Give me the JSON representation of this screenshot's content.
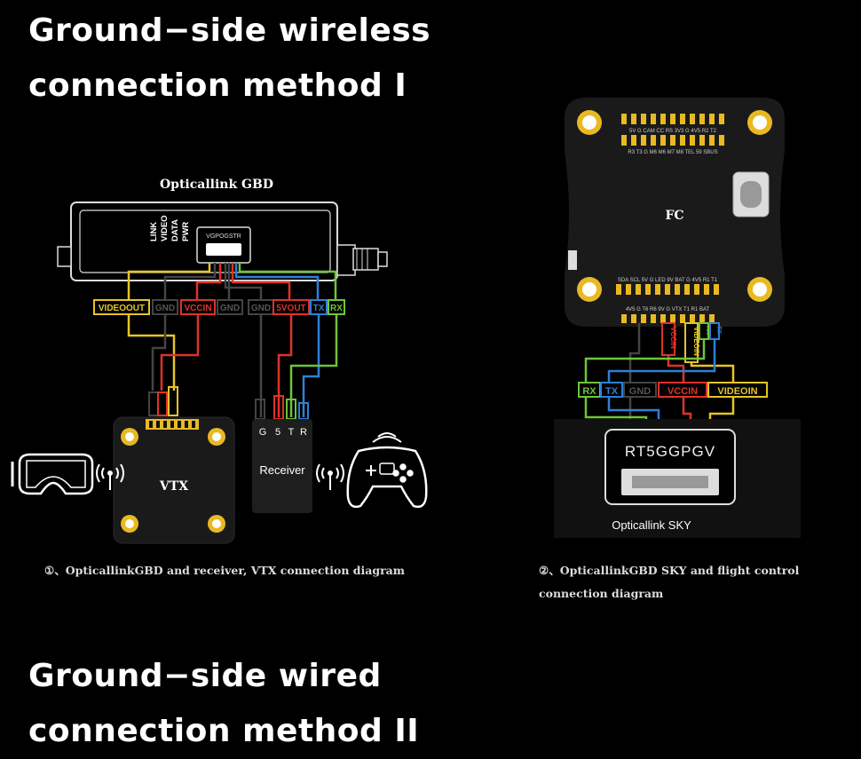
{
  "heading_top": {
    "line1": "Ground−side wireless",
    "line2": "connection method I"
  },
  "heading_bottom": {
    "line1": "Ground−side wired",
    "line2": "connection method II"
  },
  "left_diagram": {
    "device_title": "Opticallink GBD",
    "status_leds": [
      "LINK",
      "VIDEO",
      "DATA",
      "PWR"
    ],
    "connector_label": "VGPOGSTR",
    "wire_labels": [
      "VIDEOOUT",
      "GND",
      "VCCIN",
      "GND",
      "GND",
      "5VOUT",
      "TX",
      "RX"
    ],
    "vtx_label": "VTX",
    "receiver_label": "Receiver",
    "receiver_pins": [
      "G",
      "5",
      "T",
      "R"
    ],
    "caption": "①、OpticallinkGBD and receiver, VTX connection diagram"
  },
  "right_diagram": {
    "fc_label": "FC",
    "fc_top_pins_row1": "5V G CAM CC RS 3V3 G 4V5 R2 T2",
    "fc_top_pins_row2": "R3 T3 G M6 M6 M7 M8 TEL 59 SBUS",
    "fc_bottom_pins_row1": "SDA SCL 5V G LED 9V BAT G 4V5 R1 T1",
    "fc_bottom_pins_row2": "4V5 G T6 R6 9V G VTX T1 R1 BAT",
    "wire_labels": [
      "RX",
      "TX",
      "GND",
      "VCCIN",
      "VIDEOIN"
    ],
    "module_code": "RT5GGPGV",
    "module_label": "Opticallink SKY",
    "caption_line1": "②、OpticallinkGBD SKY and flight control",
    "caption_line2": "connection diagram"
  },
  "colors": {
    "yellow": "#e6c428",
    "red": "#e0322a",
    "green": "#6fc43a",
    "blue": "#2f7fd6",
    "gnd": "#444444",
    "pad_gold": "#e8b923"
  }
}
